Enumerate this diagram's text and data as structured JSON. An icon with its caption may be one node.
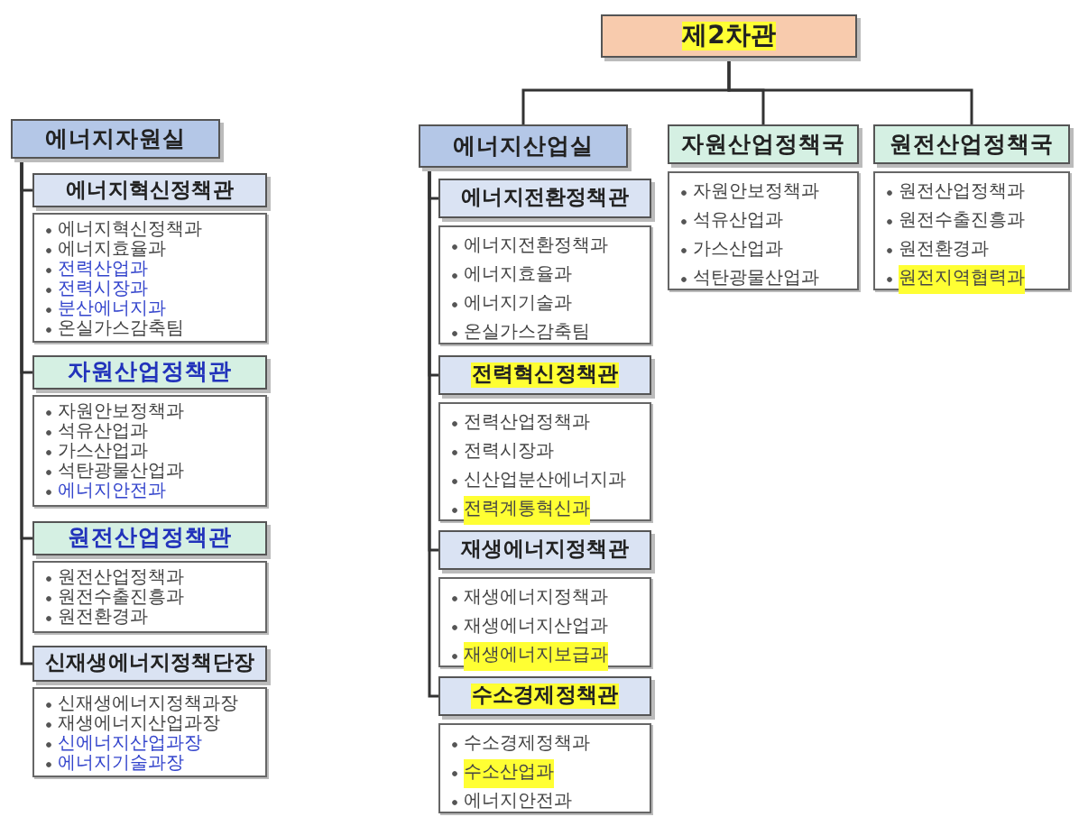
{
  "diagram": {
    "nodes": [
      {
        "text": [
          "제2차관"
        ]
      },
      {
        "text": [
          "에너지자원실"
        ]
      },
      {
        "text": [
          "에너지혁신정책관"
        ]
      },
      {
        "text": [
          "에너지혁신정책과",
          "에너지효율과",
          "전력산업과",
          "전력시장과",
          "분산에너지과",
          "온실가스감축팀"
        ]
      },
      {
        "text": [
          "자원산업정책관"
        ]
      },
      {
        "text": [
          "자원안보정책과",
          "석유산업과",
          "가스산업과",
          "석탄광물산업과",
          "에너지안전과"
        ]
      },
      {
        "text": [
          "원전산업정책관"
        ]
      },
      {
        "text": [
          "원전산업정책과",
          "원전수출진흥과",
          "원전환경과"
        ]
      },
      {
        "text": [
          "신재생에너지정책단장"
        ]
      },
      {
        "text": [
          "신재생에너지정책과장",
          "재생에너지산업과장",
          "신에너지산업과장",
          "에너지기술과장"
        ]
      },
      {
        "text": [
          "에너지산업실"
        ]
      },
      {
        "text": [
          "에너지전환정책관"
        ]
      },
      {
        "text": [
          "에너지전환정책과",
          "에너지효율과",
          "에너지기술과",
          "온실가스감축팀"
        ]
      },
      {
        "text": [
          "전력혁신정책관"
        ]
      },
      {
        "text": [
          "전력산업정책과",
          "전력시장과",
          "신산업분산에너지과",
          "전력계통혁신과"
        ]
      },
      {
        "text": [
          "재생에너지정책관"
        ]
      },
      {
        "text": [
          "재생에너지정책과",
          "재생에너지산업과",
          "재생에너지보급과"
        ]
      },
      {
        "text": [
          "수소경제정책관"
        ]
      },
      {
        "text": [
          "수소경제정책과",
          "수소산업과",
          "에너지안전과"
        ]
      },
      {
        "text": [
          "자원산업정책국"
        ]
      },
      {
        "text": [
          "자원안보정책과",
          "석유산업과",
          "가스산업과",
          "석탄광물산업과"
        ]
      },
      {
        "text": [
          "원전산업정책국"
        ]
      },
      {
        "text": [
          "원전산업정책과",
          "원전수출진흥과",
          "원전환경과",
          "원전지역협력과"
        ]
      }
    ],
    "edges": [
      {
        "from": 0,
        "to": 10,
        "arrow": "none"
      },
      {
        "from": 0,
        "to": 19,
        "arrow": "none"
      },
      {
        "from": 0,
        "to": 21,
        "arrow": "none"
      },
      {
        "from": 1,
        "to": 2,
        "arrow": "none"
      },
      {
        "from": 1,
        "to": 4,
        "arrow": "none"
      },
      {
        "from": 1,
        "to": 6,
        "arrow": "none"
      },
      {
        "from": 1,
        "to": 8,
        "arrow": "none"
      },
      {
        "from": 10,
        "to": 11,
        "arrow": "none"
      },
      {
        "from": 10,
        "to": 13,
        "arrow": "none"
      },
      {
        "from": 10,
        "to": 15,
        "arrow": "none"
      },
      {
        "from": 10,
        "to": 17,
        "arrow": "none"
      }
    ]
  }
}
